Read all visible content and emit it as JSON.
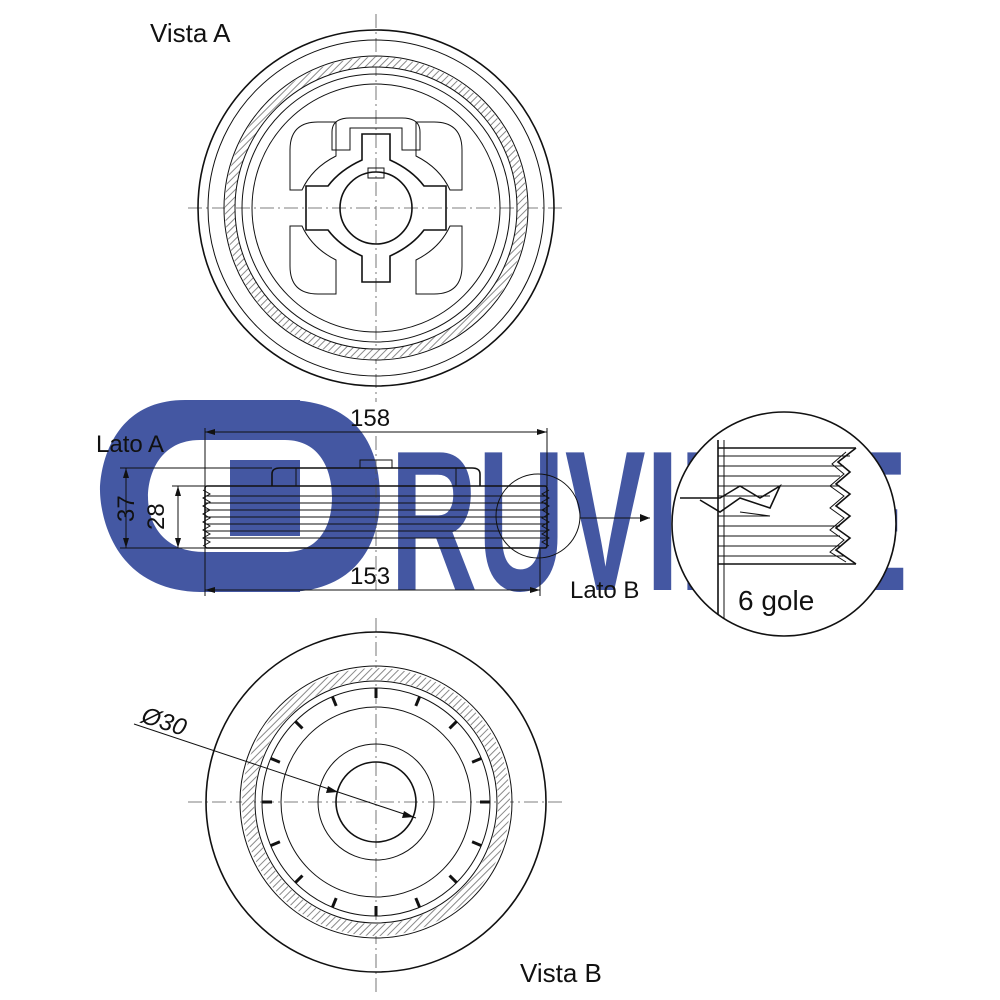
{
  "brand": {
    "watermark": "RUVILLE",
    "watermark_color": "#3a4f9e"
  },
  "views": {
    "view_a": "Vista A",
    "view_b": "Vista B",
    "side_a": "Lato A",
    "side_b": "Lato B"
  },
  "dimensions": {
    "outer_diameter": "158",
    "belt_diameter": "153",
    "total_width": "37",
    "belt_width": "28",
    "bore": "Ø30"
  },
  "detail": {
    "grooves_label": "6 gole"
  },
  "colors": {
    "line": "#111111",
    "axis": "#555555",
    "knurl": "#9a9a9a"
  }
}
